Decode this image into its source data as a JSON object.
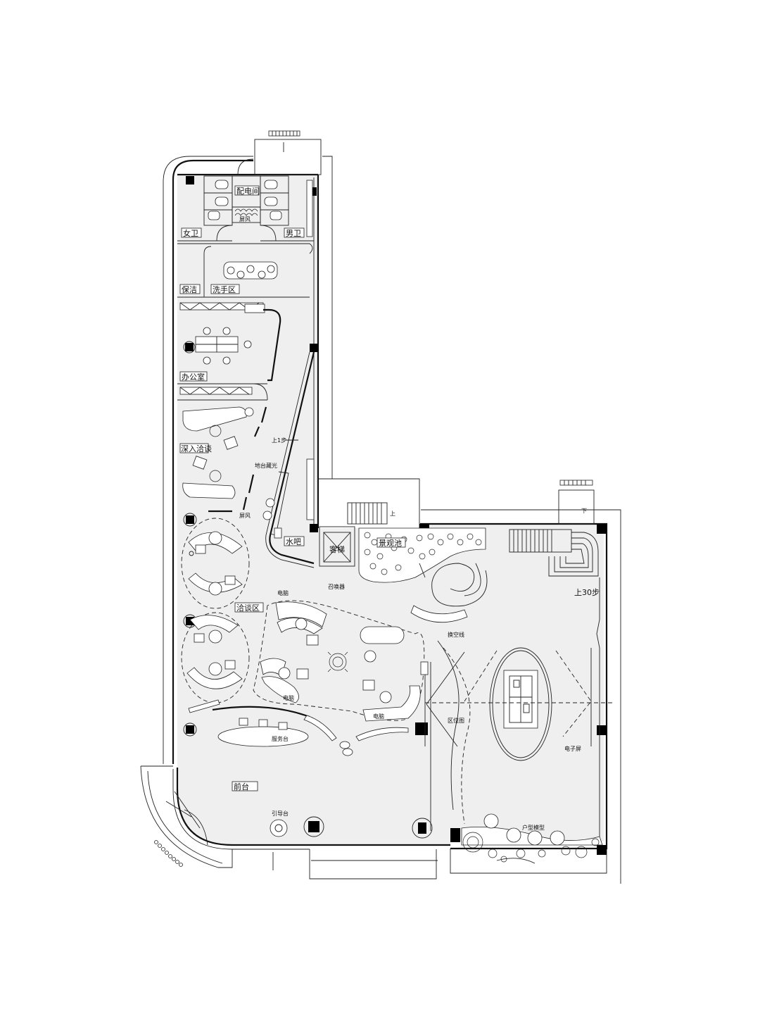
{
  "rooms": {
    "nvwei": "女卫",
    "peidian": "配电间",
    "nanwei": "男卫",
    "pingfeng_top": "屏风",
    "baojie": "保洁",
    "xishou": "洗手区",
    "bangong": "办公室",
    "shenru": "深入洽谈",
    "qiatan": "洽谈区",
    "shuiba": "水吧",
    "keti": "客梯",
    "jingguan": "景观池",
    "qiantai": "前台",
    "fuwutai": "服务台"
  },
  "annotations": {
    "shang1bu": "上1步",
    "ditai": "地台藏光",
    "pingfeng": "屏风",
    "zhaohuan": "召唤器",
    "diannao1": "电脑",
    "diannao2": "电脑",
    "diannao3": "电脑",
    "huankong": "换空线",
    "quweitu": "区位图",
    "dianziping": "电子屏",
    "huxing": "户型模型",
    "yindao": "引导台",
    "shang30": "上30步",
    "shang": "上",
    "xia": "下"
  }
}
